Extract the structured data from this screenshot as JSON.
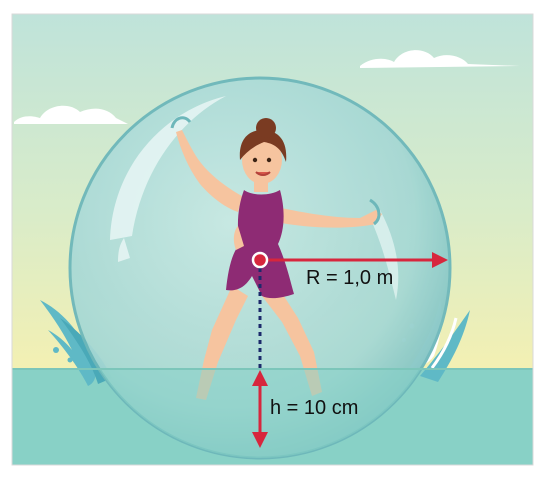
{
  "labels": {
    "radius": "R = 1,0 m",
    "depth": "h = 10 cm"
  },
  "colors": {
    "sky_top": "#bfe3da",
    "sky_bottom": "#f4f0b2",
    "water": "#88d1c6",
    "ball": "#a9dad6",
    "ball_edge": "#6db7ba",
    "arrow": "#d7263d",
    "dotted_line": "#1c2a6b",
    "swimsuit": "#8e2b74",
    "skin": "#f6c49f",
    "hair": "#7a3b22"
  },
  "icons": [
    "water-ball",
    "woman-figure",
    "cloud",
    "splash",
    "radius-arrow",
    "depth-arrow",
    "center-point"
  ]
}
